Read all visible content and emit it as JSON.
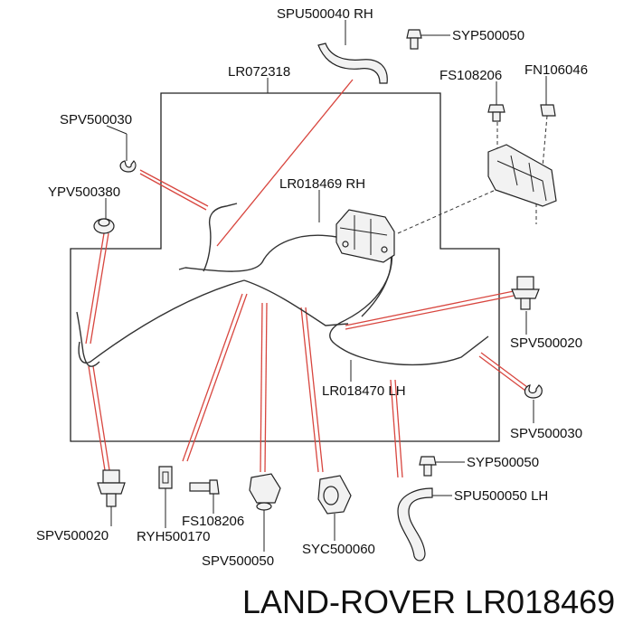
{
  "diagram": {
    "part_labels": {
      "spu500040_rh": "SPU500040 RH",
      "syp500050_top": "SYP500050",
      "lr072318": "LR072318",
      "fs108206_top": "FS108206",
      "fn106046": "FN106046",
      "spv500030_left": "SPV500030",
      "ypv500380": "YPV500380",
      "lr018469_rh": "LR018469 RH",
      "spv500020_right": "SPV500020",
      "lr018470_lh": "LR018470 LH",
      "spv500030_right": "SPV500030",
      "syp500050_bottom": "SYP500050",
      "spu500050_lh": "SPU500050 LH",
      "spv500020_left": "SPV500020",
      "ryh500170": "RYH500170",
      "fs108206_bottom": "FS108206",
      "spv500050": "SPV500050",
      "syc500060": "SYC500060"
    },
    "brand_caption": "LAND-ROVER LR018469"
  }
}
